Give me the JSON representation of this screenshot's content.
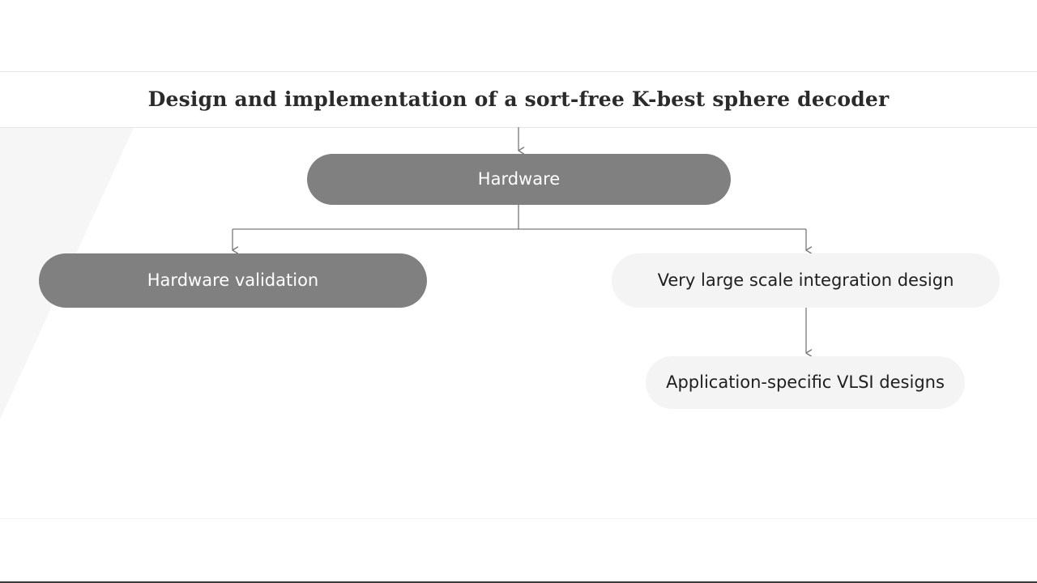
{
  "page": {
    "title": "Design and implementation of a sort-free K-best sphere decoder",
    "background_color": "#ffffff"
  },
  "colors": {
    "node_filled_bg": "#808080",
    "node_filled_text": "#ffffff",
    "node_light_bg": "#f4f4f5",
    "node_light_text": "#1f1f1f",
    "connector": "#7a7a7a",
    "rule": "#e6e6e6",
    "title_text": "#2b2b2b",
    "decoration": "#f6f6f6"
  },
  "diagram": {
    "type": "tree",
    "nodes": [
      {
        "id": "hardware",
        "label": "Hardware",
        "style": "filled",
        "level": 1
      },
      {
        "id": "hardware-validation",
        "label": "Hardware validation",
        "style": "filled",
        "level": 2
      },
      {
        "id": "vlsi-design",
        "label": "Very large scale integration design",
        "style": "light",
        "level": 2
      },
      {
        "id": "asic-designs",
        "label": "Application-specific VLSI designs",
        "style": "light",
        "level": 3
      }
    ],
    "edges": [
      {
        "from": "title",
        "to": "hardware",
        "kind": "arrow-down"
      },
      {
        "from": "hardware",
        "to": "hardware-validation",
        "kind": "elbow-arrow-down-left"
      },
      {
        "from": "hardware",
        "to": "vlsi-design",
        "kind": "elbow-arrow-down-right"
      },
      {
        "from": "vlsi-design",
        "to": "asic-designs",
        "kind": "arrow-down"
      }
    ]
  }
}
